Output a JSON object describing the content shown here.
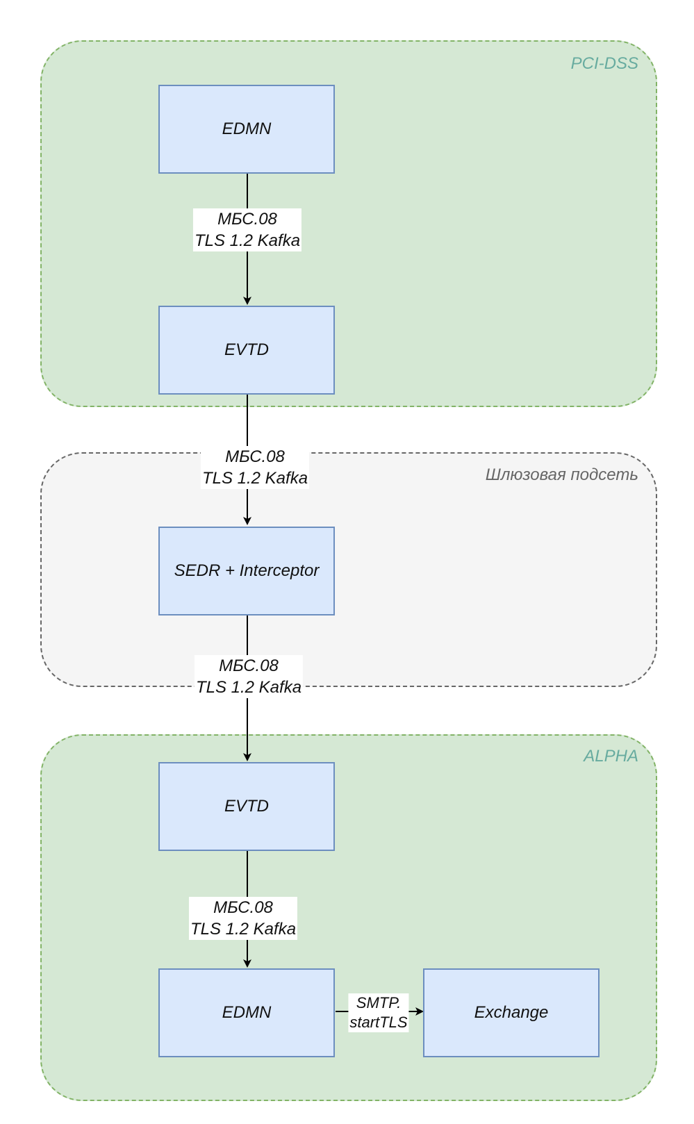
{
  "zones": {
    "pci": {
      "label": "PCI-DSS"
    },
    "gateway": {
      "label": "Шлюзовая подсеть"
    },
    "alpha": {
      "label": "ALPHA"
    }
  },
  "nodes": {
    "edmn_pci": "EDMN",
    "evtd_pci": "EVTD",
    "sedr": "SEDR + Interceptor",
    "evtd_alpha": "EVTD",
    "edmn_alpha": "EDMN",
    "exchange": "Exchange"
  },
  "edges": {
    "e1": {
      "line1": "МБС.08",
      "line2": "TLS 1.2 Kafka"
    },
    "e2": {
      "line1": "МБС.08",
      "line2": "TLS 1.2 Kafka"
    },
    "e3": {
      "line1": "МБС.08",
      "line2": "TLS 1.2 Kafka"
    },
    "e4": {
      "line1": "МБС.08",
      "line2": "TLS 1.2 Kafka"
    },
    "e5": {
      "line1": "SMTP.",
      "line2": "startTLS"
    }
  },
  "colors": {
    "zone_green_fill": "#d5e8d4",
    "zone_green_border": "#82b366",
    "zone_gray_fill": "#f5f5f5",
    "zone_gray_border": "#666666",
    "node_fill": "#dae8fc",
    "node_border": "#6c8ebf",
    "zone_label_green": "#67AB9F",
    "zone_label_gray": "#666666"
  }
}
